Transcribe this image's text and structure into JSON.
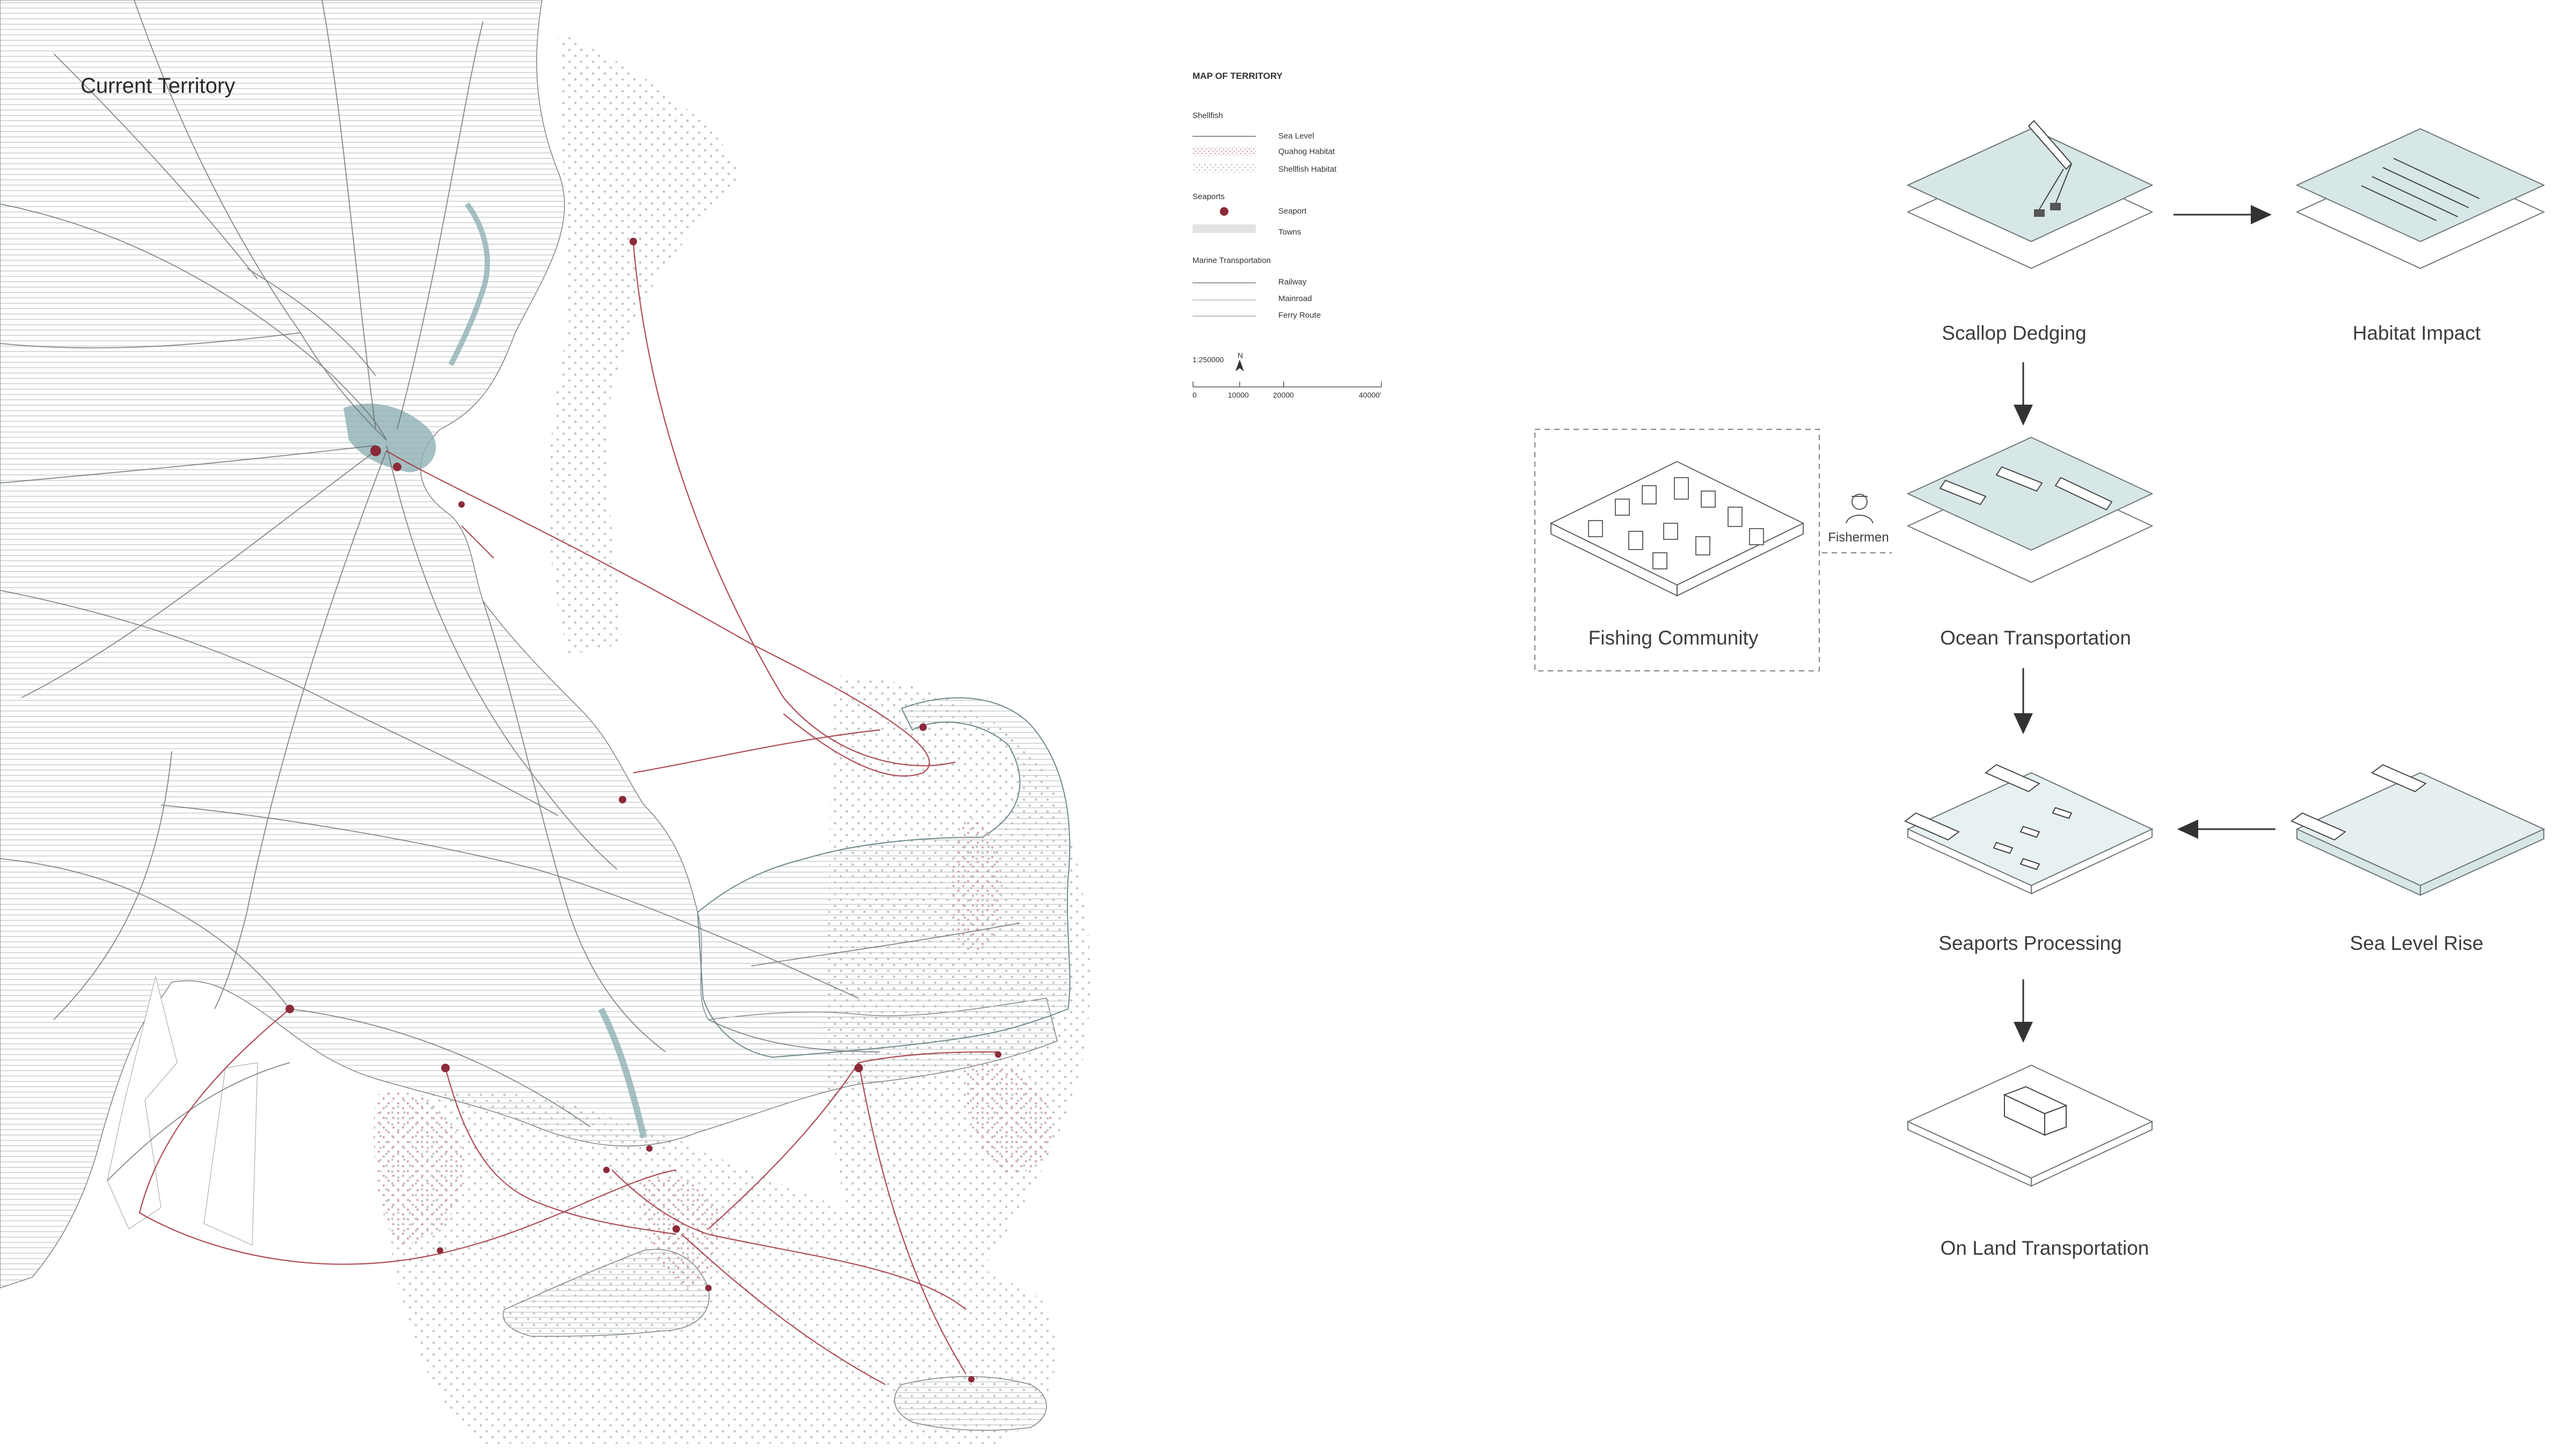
{
  "map": {
    "title": "Current Territory",
    "colors": {
      "land": "#e6e8e8",
      "water": "#8fb0b4",
      "route": "#a63a45",
      "seaport": "#8c2a3a",
      "road": "#5e6366"
    }
  },
  "legend": {
    "title": "MAP OF TERRITORY",
    "section_shellfish": "Shellfish",
    "sea_level": "Sea Level",
    "quahog_habitat": "Quahog Habitat",
    "shellfish_habitat": "Shellfish Habitat",
    "section_seaports": "Seaports",
    "seaport": "Seaport",
    "towns": "Towns",
    "section_marine": "Marine Transportation",
    "railway": "Railway",
    "mainroad": "Mainroad",
    "ferry_route": "Ferry Route",
    "scale": "1:250000",
    "north": "N",
    "ticks": [
      "0",
      "10000",
      "20000",
      "40000'"
    ]
  },
  "flow": {
    "scallop_dredging": "Scallop Dedging",
    "habitat_impact": "Habitat Impact",
    "fishing_community": "Fishing Community",
    "fishermen": "Fishermen",
    "ocean_transportation": "Ocean Transportation",
    "seaports_processing": "Seaports Processing",
    "sea_level_rise": "Sea Level Rise",
    "on_land_transportation": "On Land Transportation",
    "colors": {
      "plane_fill": "#d7e6e6",
      "plane_stroke": "#6f7778",
      "arrow": "#333333",
      "dashed_box": "#8a8a8a"
    }
  }
}
